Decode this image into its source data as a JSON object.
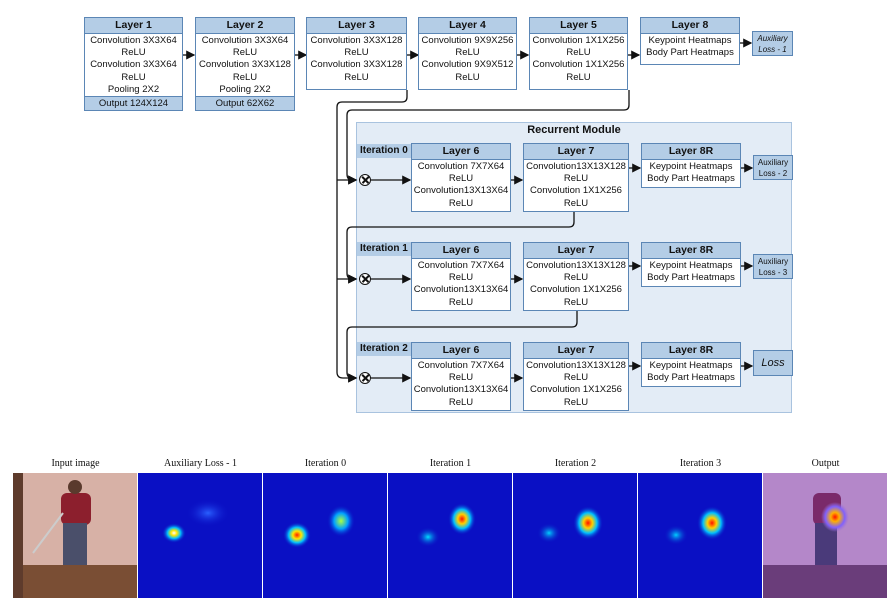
{
  "stages": [
    {
      "title": "Layer 1",
      "lines": [
        "Convolution 3X3X64",
        "ReLU",
        "Convolution 3X3X64",
        "ReLU",
        "Pooling 2X2"
      ],
      "footer": "Output 124X124"
    },
    {
      "title": "Layer 2",
      "lines": [
        "Convolution 3X3X64",
        "ReLU",
        "Convolution 3X3X128",
        "ReLU",
        "Pooling 2X2"
      ],
      "footer": "Output 62X62"
    },
    {
      "title": "Layer 3",
      "lines": [
        "Convolution 3X3X128",
        "ReLU",
        "Convolution 3X3X128",
        "ReLU"
      ]
    },
    {
      "title": "Layer 4",
      "lines": [
        "Convolution 9X9X256",
        "ReLU",
        "Convolution 9X9X512",
        "ReLU"
      ]
    },
    {
      "title": "Layer 5",
      "lines": [
        "Convolution 1X1X256",
        "ReLU",
        "Convolution 1X1X256",
        "ReLU"
      ]
    },
    {
      "title": "Layer 8",
      "lines": [
        "Keypoint Heatmaps",
        "Body Part Heatmaps"
      ]
    }
  ],
  "aux_top": {
    "line1": "Auxiliary",
    "line2": "Loss - 1"
  },
  "module_title": "Recurrent Module",
  "iterations": [
    {
      "label": "Iteration 0",
      "aux": {
        "line1": "Auxiliary",
        "line2": "Loss - 2"
      }
    },
    {
      "label": "Iteration 1",
      "aux": {
        "line1": "Auxiliary",
        "line2": "Loss - 3"
      }
    },
    {
      "label": "Iteration 2",
      "loss": "Loss"
    }
  ],
  "layer6": {
    "title": "Layer 6",
    "lines": [
      "Convolution 7X7X64",
      "ReLU",
      "Convolution13X13X64",
      "ReLU"
    ]
  },
  "layer7": {
    "title": "Layer 7",
    "lines": [
      "Convolution13X13X128",
      "ReLU",
      "Convolution 1X1X256",
      "ReLU"
    ]
  },
  "layer8r": {
    "title": "Layer 8R",
    "lines": [
      "Keypoint Heatmaps",
      "Body Part Heatmaps"
    ]
  },
  "captions": [
    "Input image",
    "Auxiliary Loss - 1",
    "Iteration 0",
    "Iteration 1",
    "Iteration 2",
    "Iteration 3",
    "Output"
  ],
  "colors": {
    "header": "#b4cde6",
    "border": "#5b86b5",
    "module_bg": "#e3ecf6",
    "heatmap_bg": "#0a10c4"
  }
}
